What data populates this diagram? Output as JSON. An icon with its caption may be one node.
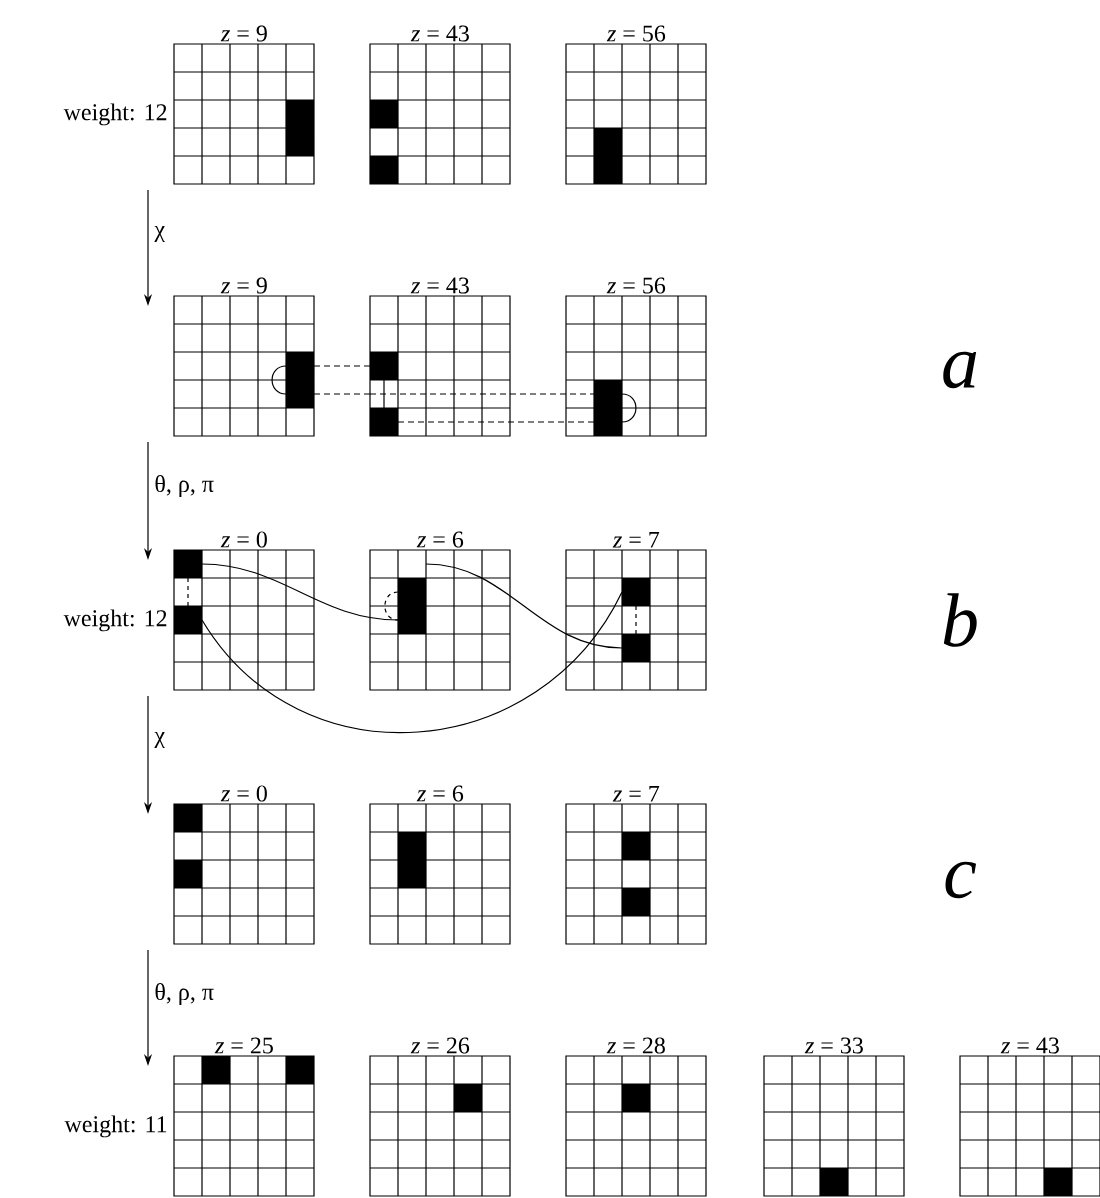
{
  "diagram": {
    "nodes": [
      {
        "text": [
          "*z* = 9"
        ],
        "beside": [
          "weight: 12"
        ]
      },
      {
        "text": [
          "*z* = 43"
        ]
      },
      {
        "text": [
          "*z* = 56"
        ]
      },
      {
        "text": [
          "*z* = 9"
        ]
      },
      {
        "text": [
          "*z* = 43"
        ]
      },
      {
        "text": [
          "*z* = 56"
        ]
      },
      {
        "text": [
          "*z* = 0"
        ],
        "beside": [
          "weight: 12"
        ]
      },
      {
        "text": [
          "*z* = 6"
        ]
      },
      {
        "text": [
          "*z* = 7"
        ]
      },
      {
        "text": [
          "*z* = 0"
        ]
      },
      {
        "text": [
          "*z* = 6"
        ]
      },
      {
        "text": [
          "*z* = 7"
        ]
      },
      {
        "text": [
          "*z* = 25"
        ],
        "beside": [
          "weight: 11"
        ]
      },
      {
        "text": [
          "*z* = 26"
        ]
      },
      {
        "text": [
          "*z* = 28"
        ]
      },
      {
        "text": [
          "*z* = 33"
        ]
      },
      {
        "text": [
          "*z* = 43"
        ]
      }
    ],
    "edges": [
      {
        "from": 0,
        "to": 3,
        "arrow": "to",
        "label": "χ"
      },
      {
        "from": 3,
        "to": 6,
        "arrow": "to",
        "label": "θ, ρ, π"
      },
      {
        "from": 6,
        "to": 9,
        "arrow": "to",
        "label": "χ"
      },
      {
        "from": 9,
        "to": 12,
        "arrow": "to",
        "label": "θ, ρ, π"
      },
      {
        "from": 3,
        "to": 4,
        "arrow": "none",
        "style": "dashed"
      },
      {
        "from": 3,
        "to": 4,
        "arrow": "none",
        "style": "dashed"
      },
      {
        "from": 4,
        "to": 5,
        "arrow": "none",
        "style": "dashed"
      },
      {
        "from": 4,
        "to": 5,
        "arrow": "none",
        "style": "dashed"
      },
      {
        "from": 6,
        "to": 7,
        "arrow": "none"
      },
      {
        "from": 7,
        "to": 8,
        "arrow": "none"
      },
      {
        "from": 6,
        "to": 8,
        "arrow": "none"
      }
    ],
    "labels": [
      "a",
      "b",
      "c"
    ]
  }
}
